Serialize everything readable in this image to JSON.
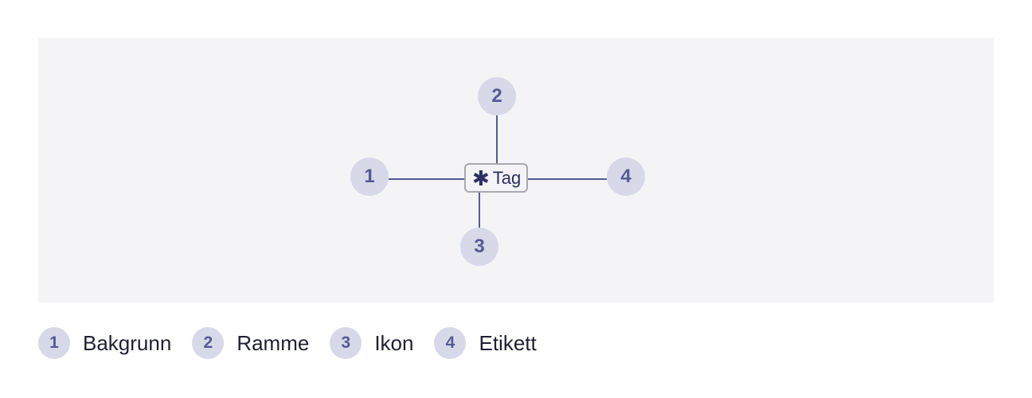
{
  "diagram": {
    "tag_label": "Tag",
    "tag_icon_glyph": "✱",
    "markers": [
      "1",
      "2",
      "3",
      "4"
    ],
    "colors": {
      "background_area": "#f4f4f6",
      "marker_fill": "#d7d8e8",
      "marker_text": "#555a94",
      "leader_line": "#555a94",
      "tag_border": "#a9a9ad",
      "tag_text": "#2b2f62"
    }
  },
  "legend": {
    "items": [
      {
        "number": "1",
        "label": "Bakgrunn"
      },
      {
        "number": "2",
        "label": "Ramme"
      },
      {
        "number": "3",
        "label": "Ikon"
      },
      {
        "number": "4",
        "label": "Etikett"
      }
    ]
  }
}
